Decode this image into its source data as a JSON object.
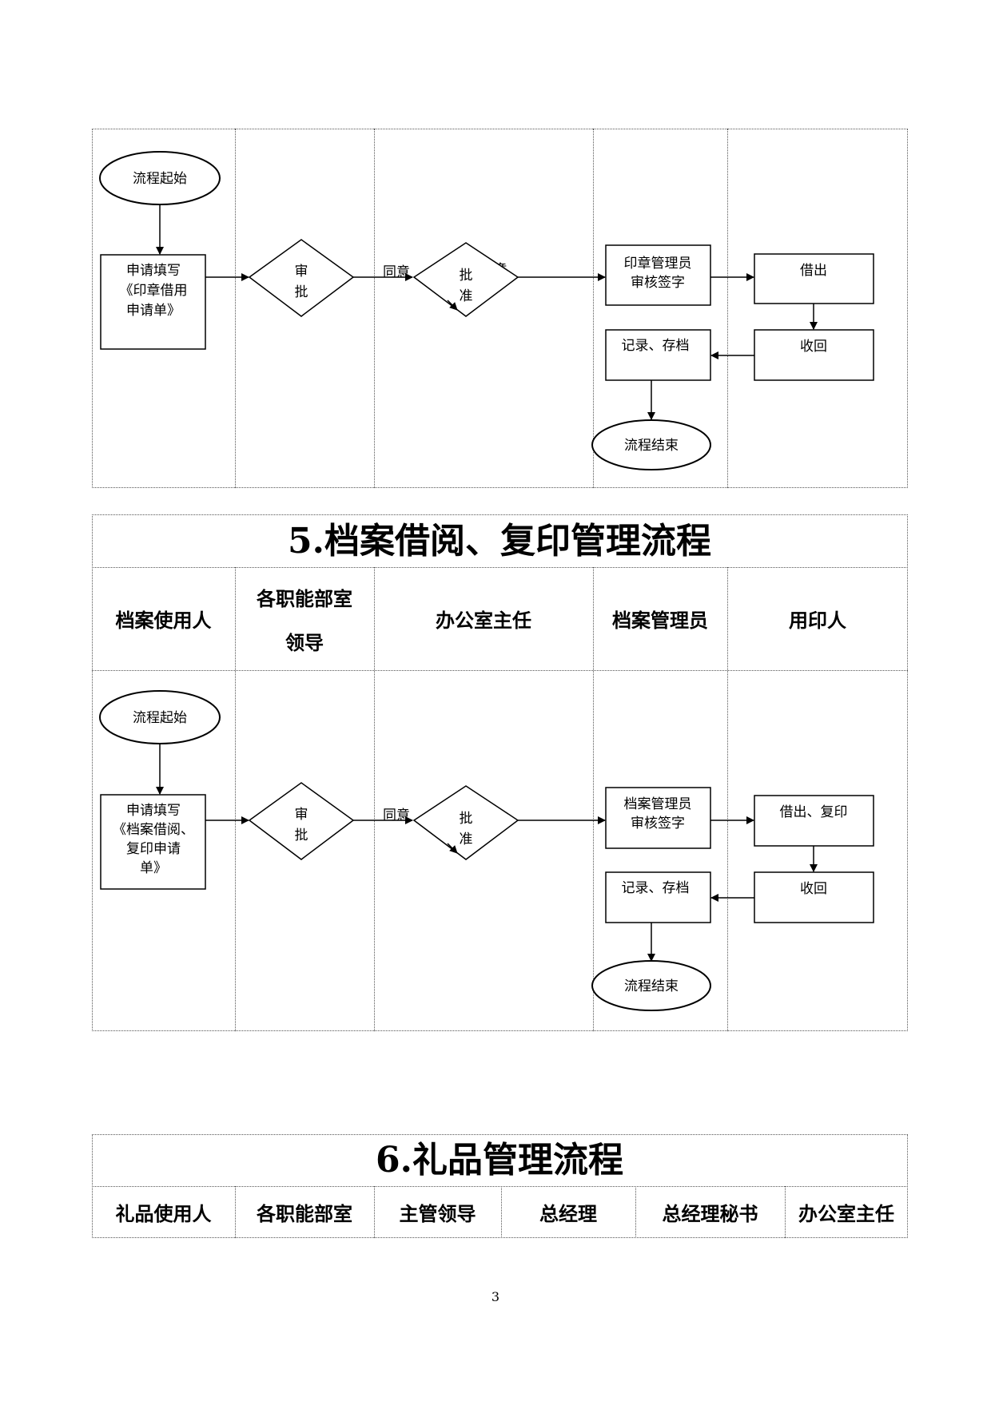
{
  "flow1": {
    "start": "流程起始",
    "apply_lines": [
      "申请填写",
      "《印章借用",
      "申请单》"
    ],
    "review_diamond": "审",
    "review_diamond_clip": "批",
    "agree": "同意",
    "agree_clip": "意",
    "approve_diamond": "批",
    "approve_diamond_clip": "准",
    "manager_lines": [
      "印章管理员",
      "审核签字"
    ],
    "lend": "借出",
    "recover": "收回",
    "archive": "记录、存档",
    "end": "流程结束"
  },
  "section5": {
    "title_num": "5.",
    "title_text": "档案借阅、复印管理流程",
    "headers": [
      {
        "lines": [
          "档案使用人"
        ]
      },
      {
        "lines": [
          "各职能部室",
          "领导"
        ]
      },
      {
        "lines": [
          "办公室主任"
        ]
      },
      {
        "lines": [
          "档案管理员"
        ]
      },
      {
        "lines": [
          "用印人"
        ]
      }
    ],
    "flow": {
      "start": "流程起始",
      "apply_lines": [
        "申请填写",
        "《档案借阅、",
        "复印申请",
        "单》"
      ],
      "review_diamond": "审",
      "review_diamond_clip": "批",
      "agree": "同意",
      "approve_diamond": "批",
      "approve_diamond_clip": "准",
      "manager_lines": [
        "档案管理员",
        "审核签字"
      ],
      "lend": "借出、复印",
      "recover": "收回",
      "archive": "记录、存档",
      "end": "流程结束"
    }
  },
  "section6": {
    "title_num": "6.",
    "title_text": "礼品管理流程",
    "headers": [
      "礼品使用人",
      "各职能部室",
      "主管领导",
      "总经理",
      "总经理秘书",
      "办公室主任"
    ]
  },
  "page_number": "3"
}
